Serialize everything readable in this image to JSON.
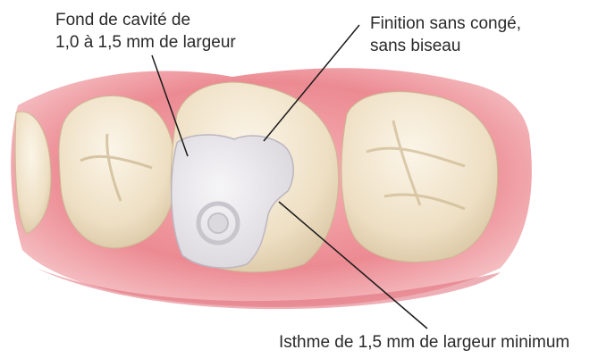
{
  "labels": {
    "cavity_floor": {
      "line1": "Fond de cavité de",
      "line2": "1,0 à 1,5 mm de largeur"
    },
    "finish": {
      "line1": "Finition sans congé,",
      "line2": "sans biseau"
    },
    "isthmus": {
      "line1": "Isthme de 1,5 mm de largeur minimum"
    }
  },
  "colors": {
    "gum": "#e36f7a",
    "gum_light": "#f3a9ae",
    "tooth": "#f4ead6",
    "tooth_shadow": "#dccdb0",
    "preparation": "#e9e7ea",
    "leader_line": "#1a1a1a",
    "text": "#2a2a2a"
  }
}
